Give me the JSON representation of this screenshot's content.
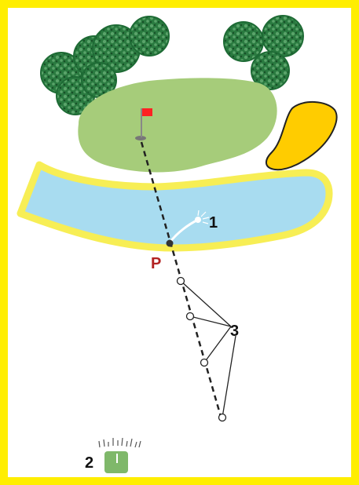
{
  "diagram": {
    "labels": {
      "ball_marker": "1",
      "drop_option": "2",
      "drop_line_option": "3",
      "entry_point": "P"
    },
    "colors": {
      "frame": "#ffee00",
      "green": "#a6cc7a",
      "water": "#a8dcf0",
      "water_edge": "#f7ee55",
      "bunker": "#ffcc00",
      "flag": "#ff2222",
      "entry_label": "#b22222",
      "tree_dark": "#1e6b35",
      "tree_light": "#5aa36a"
    },
    "icons": {
      "flag": "flag-icon",
      "ball": "ball-icon",
      "drop_zone": "drop-zone-icon",
      "trees": "tree-icon"
    }
  }
}
